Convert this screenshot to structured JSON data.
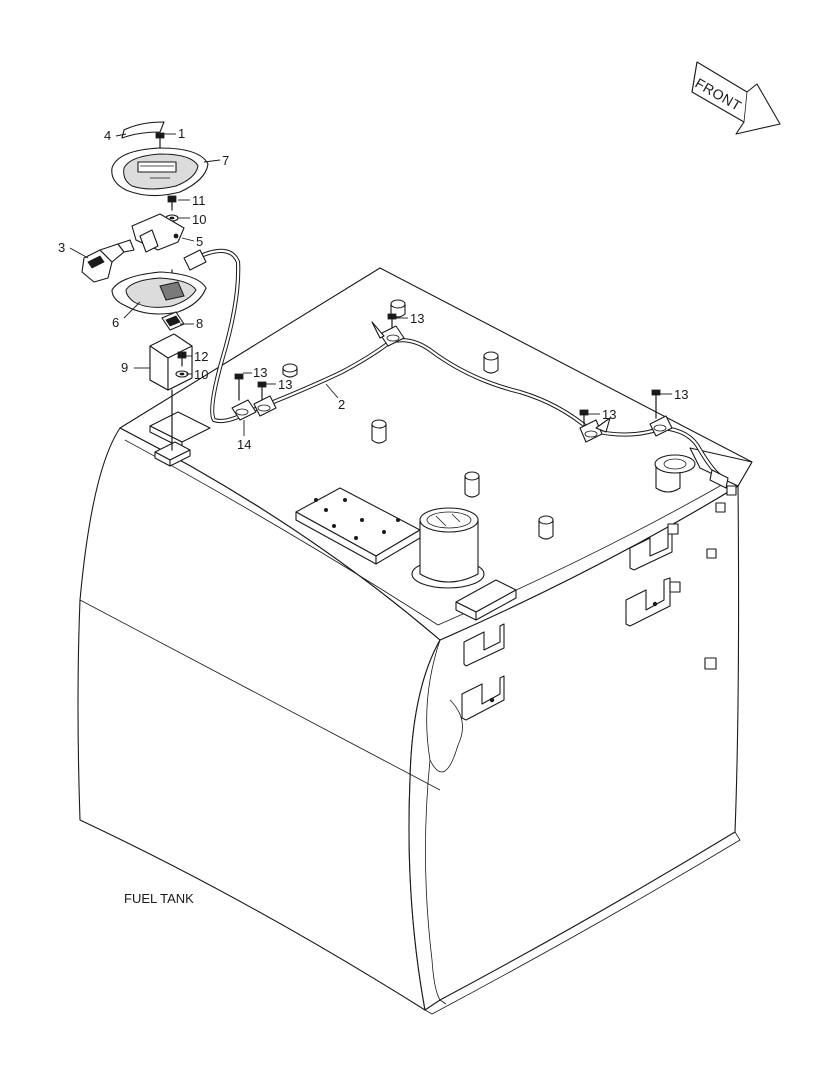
{
  "diagram": {
    "caption": "FUEL TANK",
    "direction_label": "FRONT",
    "callouts": [
      "1",
      "2",
      "3",
      "4",
      "5",
      "6",
      "7",
      "8",
      "9",
      "10",
      "11",
      "12",
      "13",
      "14"
    ]
  }
}
